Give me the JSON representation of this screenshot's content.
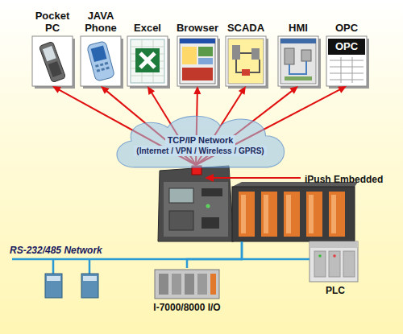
{
  "diagram": {
    "nodes": [
      {
        "text": [
          "Pocket PC"
        ]
      },
      {
        "text": [
          "JAVA Phone"
        ]
      },
      {
        "text": [
          "Excel"
        ]
      },
      {
        "text": [
          "Browser"
        ]
      },
      {
        "text": [
          "SCADA"
        ]
      },
      {
        "text": [
          "HMI"
        ]
      },
      {
        "text": [
          "OPC",
          "OPC"
        ]
      },
      {
        "text": [
          "TCP/IP Network",
          "(Internet / VPN / Wireless / GPRS)"
        ]
      },
      {
        "text": [
          "iPush Embedded"
        ]
      },
      {
        "text": [
          "I-7000/8000 I/O"
        ]
      },
      {
        "text": [
          "PLC"
        ]
      }
    ],
    "edges": [
      {
        "from": 8,
        "to": 0,
        "arrow": "to"
      },
      {
        "from": 8,
        "to": 1,
        "arrow": "to"
      },
      {
        "from": 8,
        "to": 2,
        "arrow": "to"
      },
      {
        "from": 8,
        "to": 3,
        "arrow": "to"
      },
      {
        "from": 8,
        "to": 4,
        "arrow": "to"
      },
      {
        "from": 8,
        "to": 5,
        "arrow": "to"
      },
      {
        "from": 8,
        "to": 6,
        "arrow": "to"
      },
      {
        "from": 8,
        "to": 9,
        "arrow": "none"
      },
      {
        "from": 8,
        "to": 10,
        "arrow": "none"
      }
    ],
    "labels": [
      "RS-232/485 Network"
    ]
  }
}
